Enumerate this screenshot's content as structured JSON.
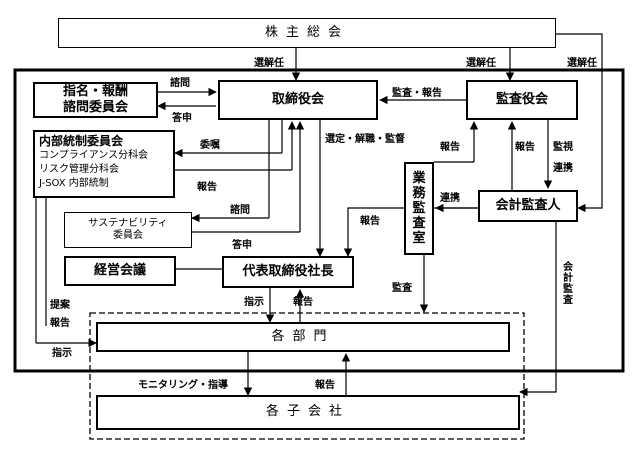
{
  "boxes": {
    "shareholders": "株主総会",
    "nomination": [
      "指名・報酬",
      "諮問委員会"
    ],
    "board": "取締役会",
    "auditors": "監査役会",
    "internal_control": {
      "title": "内部統制委員会",
      "items": [
        "コンプライアンス分科会",
        "リスク管理分科会",
        "J-SOX 内部統制"
      ]
    },
    "sustainability": [
      "サステナビリティ",
      "委員会"
    ],
    "internal_audit": "業務監査室",
    "accounting_auditor": "会計監査人",
    "management": "経営会議",
    "president": "代表取締役社長",
    "departments": "各部門",
    "subsidiaries": "各子会社"
  },
  "labels": {
    "elect_1": "選解任",
    "elect_2": "選解任",
    "elect_3": "選解任",
    "consult": "諮問",
    "report_to_board": "答申",
    "audit_report": "監査・報告",
    "entrust": "委嘱",
    "select_supervise": "選定・解職・監督",
    "report_auditors_a": "報告",
    "report_auditors_b": "報告",
    "monitor": "監視",
    "coordinate_a": "連携",
    "report_ic": "報告",
    "coordinate_b": "連携",
    "report_pres": "報告",
    "consult_sus": "諮問",
    "report_sus": "答申",
    "audit_dept": "監査",
    "instruct_dept": "指示",
    "report_dept": "報告",
    "propose": "提案",
    "report_left": "報告",
    "instruct_left": "指示",
    "accounting_audit": "会計監査",
    "monitoring": "モニタリング・指導",
    "report_sub": "報告"
  }
}
